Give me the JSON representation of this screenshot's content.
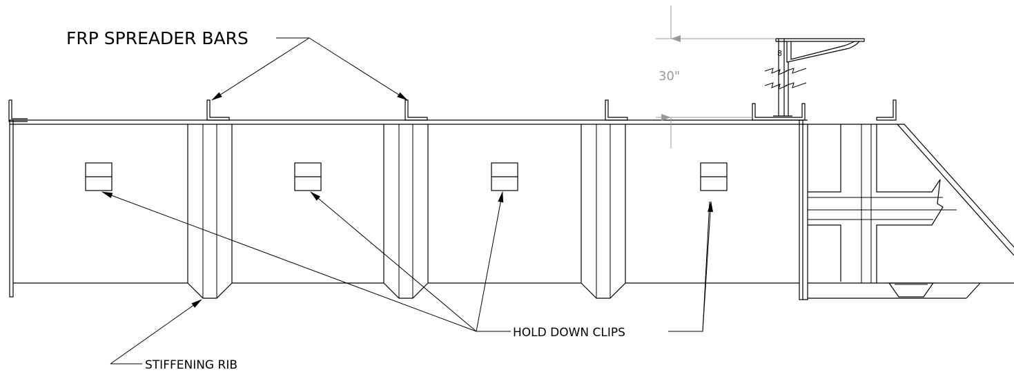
{
  "labels": {
    "frp_spreader_bars": "FRP SPREADER BARS",
    "hold_down_clips": "HOLD DOWN CLIPS",
    "stiffening_rib": "STIFFENING RIB",
    "dimension": "30\"",
    "small_mark": "8"
  },
  "colors": {
    "line": "#000000",
    "dimension": "#999999",
    "background": "#ffffff"
  }
}
